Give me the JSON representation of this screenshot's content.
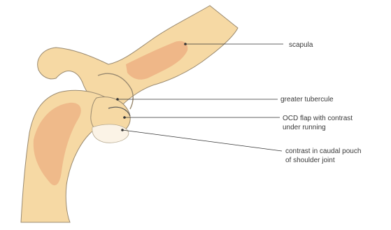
{
  "labels": {
    "scapula": "scapula",
    "greater_tubercule": "greater tubercule",
    "ocd_flap_line1": "OCD flap with contrast",
    "ocd_flap_line2": "under running",
    "contrast_line1": "contrast in caudal pouch",
    "contrast_line2": "of shoulder joint"
  },
  "colors": {
    "bone_fill": "#f6d9a4",
    "bone_outline": "#9a8a70",
    "marrow_shade": "#eba57a",
    "pouch_fill": "#fbf3e6",
    "leader_line": "#333333"
  }
}
